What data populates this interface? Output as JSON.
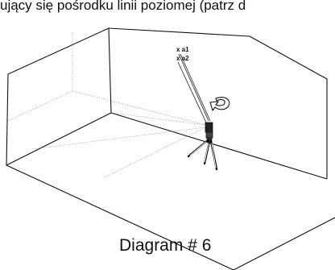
{
  "header": {
    "text": "ujący się pośrodku linii poziomej (patrz d"
  },
  "diagram": {
    "label_a1": "x a1",
    "label_a2": "x a2",
    "caption": "Diagram # 6"
  }
}
